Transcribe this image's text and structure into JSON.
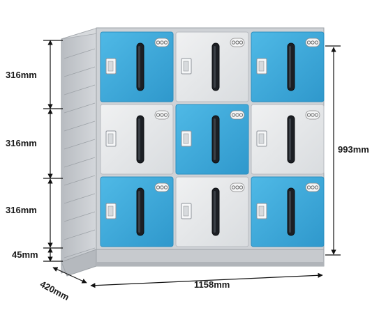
{
  "dimensions": {
    "row_height_1": "316mm",
    "row_height_2": "316mm",
    "row_height_3": "316mm",
    "base_height": "45mm",
    "total_height": "993mm",
    "width": "1158mm",
    "depth": "420mm"
  },
  "locker": {
    "rows": 3,
    "columns": 3,
    "door_colors": [
      [
        "blue",
        "white",
        "blue"
      ],
      [
        "white",
        "blue",
        "white"
      ],
      [
        "blue",
        "white",
        "blue"
      ]
    ],
    "colors": {
      "blue": "#3aa8d8",
      "blue_dark": "#2a8fc0",
      "white": "#e6e8ea",
      "frame": "#c9ccd0",
      "frame_dark": "#a9adb2",
      "slot": "#1c1f24"
    }
  }
}
